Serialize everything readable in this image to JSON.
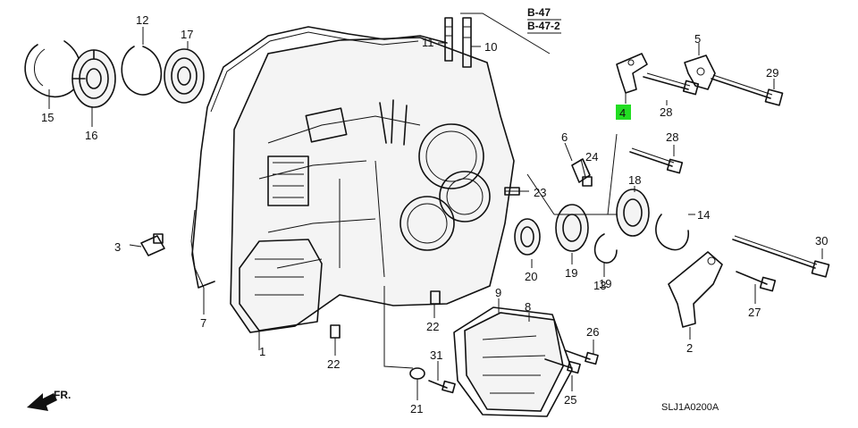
{
  "diagram": {
    "references": [
      "B-47",
      "B-47-2"
    ],
    "drawing_code": "SLJ1A0200A",
    "front_indicator": "FR.",
    "highlight_color": "#22dd22",
    "callouts": {
      "c1": "1",
      "c2": "2",
      "c3": "3",
      "c4": "4",
      "c5": "5",
      "c6": "6",
      "c7": "7",
      "c8": "8",
      "c9": "9",
      "c10": "10",
      "c11": "11",
      "c12": "12",
      "c13": "13",
      "c14": "14",
      "c15": "15",
      "c16": "16",
      "c17": "17",
      "c18": "18",
      "c19a": "19",
      "c19b": "19",
      "c20": "20",
      "c21": "21",
      "c22a": "22",
      "c22b": "22",
      "c23": "23",
      "c24": "24",
      "c25": "25",
      "c26": "26",
      "c27": "27",
      "c28a": "28",
      "c28b": "28",
      "c29": "29",
      "c30": "30",
      "c31": "31"
    },
    "highlighted_callout": "4"
  }
}
